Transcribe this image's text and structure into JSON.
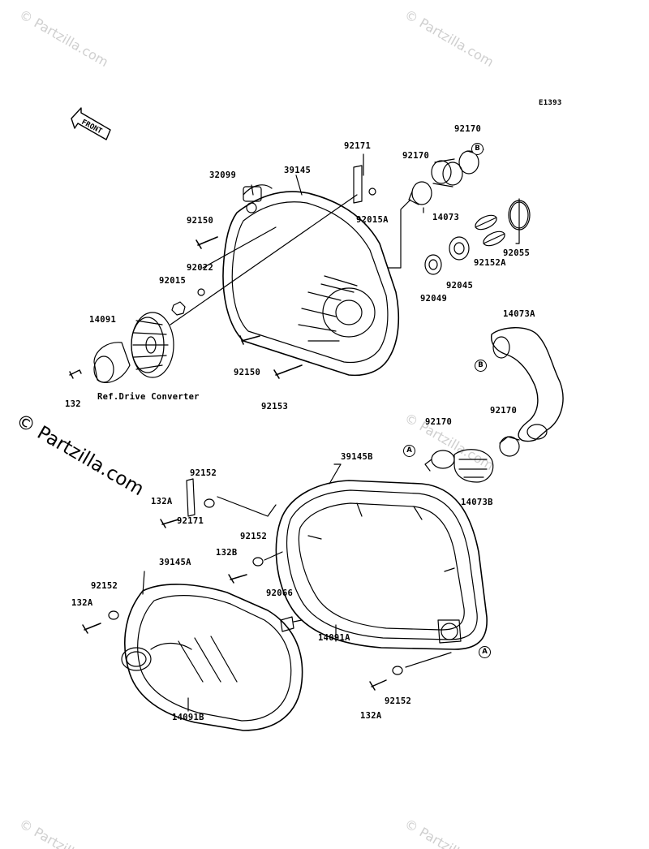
{
  "diagram_code": "E1393",
  "watermark": {
    "text": "© Partzilla.com"
  },
  "front_label": "FRONT",
  "ref_note": "Ref.Drive Converter",
  "connectors": {
    "a": "A",
    "b": "B"
  },
  "labels": {
    "p32099": "32099",
    "p39145": "39145",
    "p92171_top": "92171",
    "p92170_mid": "92170",
    "p92170_top": "92170",
    "p92150_top": "92150",
    "p92015a": "92015A",
    "p14073": "14073",
    "p92055": "92055",
    "p92152a": "92152A",
    "p92022": "92022",
    "p92015": "92015",
    "p92045": "92045",
    "p92049": "92049",
    "p14091": "14091",
    "p14073a": "14073A",
    "p92150_bot": "92150",
    "p132": "132",
    "p92153": "92153",
    "p92170_a": "92170",
    "p92170_b": "92170",
    "p39145b": "39145B",
    "p92152_1": "92152",
    "p132a_1": "132A",
    "p14073b": "14073B",
    "p92171_bot": "92171",
    "p92152_2": "92152",
    "p132b": "132B",
    "p39145a": "39145A",
    "p92152_3": "92152",
    "p132a_2": "132A",
    "p92066": "92066",
    "p14091a": "14091A",
    "p14091b": "14091B",
    "p92152_4": "92152",
    "p132a_3": "132A"
  }
}
